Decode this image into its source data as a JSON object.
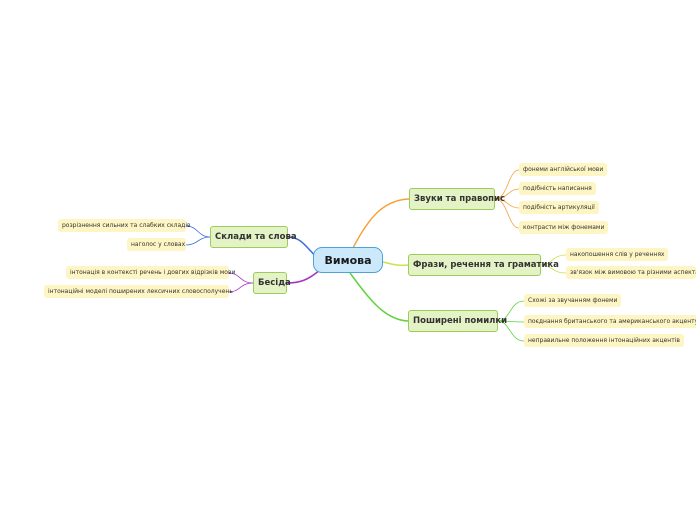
{
  "root": "Вимова",
  "branches": {
    "sounds": {
      "label": "Звуки та правопис",
      "items": [
        "фонеми англійської мови",
        "подібність написання",
        "подібність артикуляції",
        "контрасти між фонемами"
      ]
    },
    "phrases": {
      "label": "Фрази, речення та граматика",
      "items": [
        "накопошення слів у реченнях",
        "зв'язок між вимовою та різними аспектами"
      ]
    },
    "errors": {
      "label": "Поширені помилки",
      "items": [
        "Схожі за звучанням фонеми",
        "поєднання британського та американського акценту",
        "неправильне положення інтонаційних акцентів"
      ]
    },
    "syllables": {
      "label": "Склади та слова",
      "items": [
        "розрізнення сильних та слабких складів",
        "наголос у словах"
      ]
    },
    "conversation": {
      "label": "Бесіда",
      "items": [
        "інтонація в контексті речень і довгих відрізків мови",
        "інтонаційні моделі поширених лексичних словосполучень"
      ]
    }
  },
  "colors": {
    "sounds": "#f5a13a",
    "phrases": "#c7e34e",
    "errors": "#5fd23f",
    "syllables": "#3b6fe0",
    "conversation": "#a433c6"
  }
}
